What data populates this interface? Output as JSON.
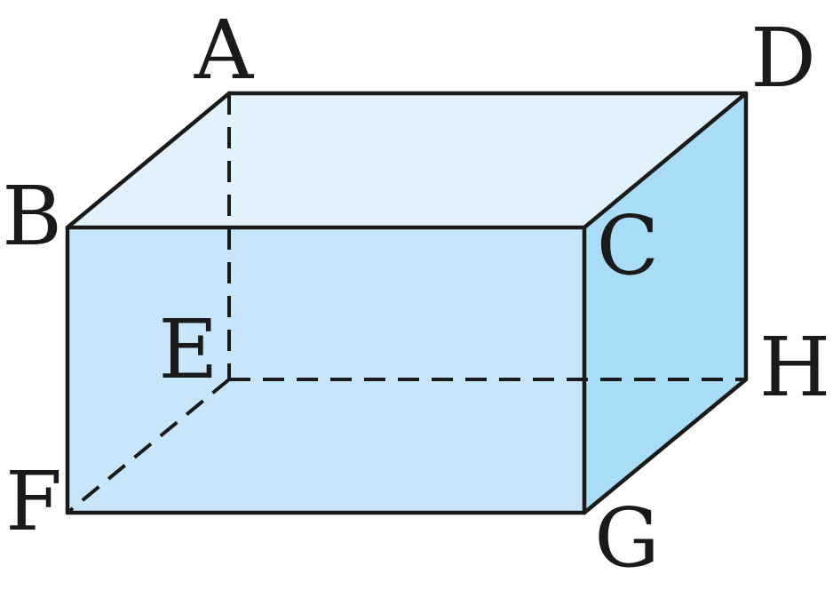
{
  "diagram": {
    "shape": "rectangular-prism",
    "colors": {
      "front_face": "#c7e6f9",
      "top_face": "#e2f2fc",
      "right_face": "#a9dcf6",
      "edge": "#1a1a1a"
    },
    "vertices": {
      "A": "A",
      "B": "B",
      "C": "C",
      "D": "D",
      "E": "E",
      "F": "F",
      "G": "G",
      "H": "H"
    },
    "visible_edges": [
      [
        "A",
        "D"
      ],
      [
        "A",
        "B"
      ],
      [
        "B",
        "C"
      ],
      [
        "C",
        "D"
      ],
      [
        "B",
        "F"
      ],
      [
        "F",
        "G"
      ],
      [
        "C",
        "G"
      ],
      [
        "D",
        "H"
      ],
      [
        "G",
        "H"
      ]
    ],
    "hidden_edges": [
      [
        "A",
        "E"
      ],
      [
        "E",
        "H"
      ],
      [
        "E",
        "F"
      ]
    ]
  }
}
